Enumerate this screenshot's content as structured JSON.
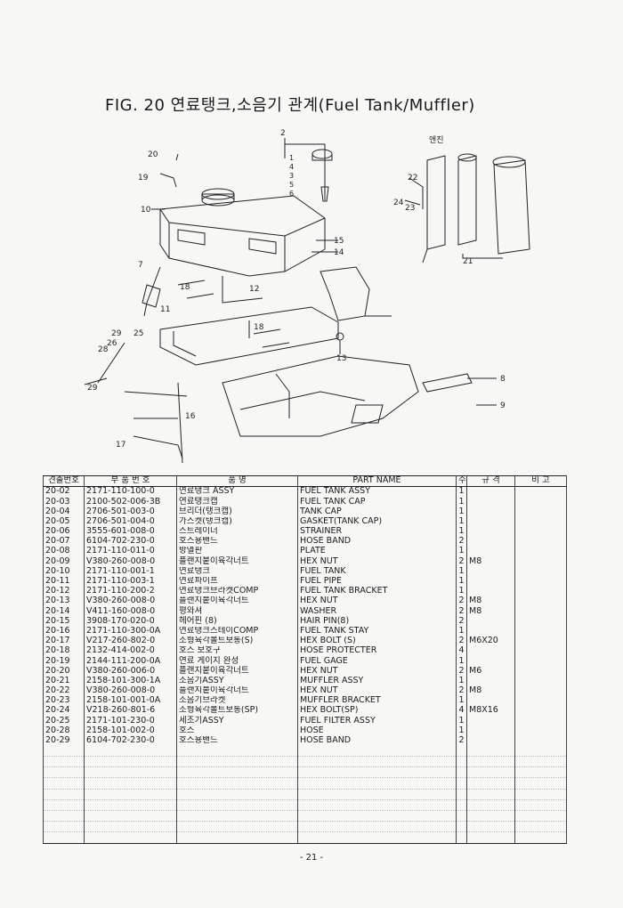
{
  "header": {
    "title": "FIG. 20 연료탱크,소음기 관계(Fuel Tank/Muffler)"
  },
  "diagram": {
    "callouts": [
      "2",
      "20",
      "19",
      "10",
      "1",
      "4",
      "3",
      "5",
      "6",
      "7",
      "11",
      "12",
      "15",
      "14",
      "18",
      "25",
      "29",
      "26",
      "28",
      "13",
      "8",
      "9",
      "16",
      "17",
      "21",
      "22",
      "23",
      "24"
    ],
    "engine_label": "엔진"
  },
  "table": {
    "columns": [
      "견출번호",
      "부 품 번 호",
      "품 명",
      "PART NAME",
      "수량",
      "규 격",
      "비 고"
    ],
    "rows": [
      {
        "ref": "20-02",
        "part_no": "2171-110-100-0",
        "name_kr": "연료탱크 ASSY",
        "name_en": "FUEL TANK ASSY",
        "qty": "1",
        "spec": "",
        "note": ""
      },
      {
        "ref": "20-03",
        "part_no": "2100-502-006-3B",
        "name_kr": "연료탱크캡",
        "name_en": "FUEL TANK CAP",
        "qty": "1",
        "spec": "",
        "note": ""
      },
      {
        "ref": "20-04",
        "part_no": "2706-501-003-0",
        "name_kr": "브리더(탱크캡)",
        "name_en": "TANK CAP",
        "qty": "1",
        "spec": "",
        "note": ""
      },
      {
        "ref": "20-05",
        "part_no": "2706-501-004-0",
        "name_kr": "가스켓(탱크캡)",
        "name_en": "GASKET(TANK CAP)",
        "qty": "1",
        "spec": "",
        "note": ""
      },
      {
        "ref": "20-06",
        "part_no": "3555-601-008-0",
        "name_kr": "스트레이너",
        "name_en": "STRAINER",
        "qty": "1",
        "spec": "",
        "note": ""
      },
      {
        "ref": "20-07",
        "part_no": "6104-702-230-0",
        "name_kr": "호스용밴드",
        "name_en": "HOSE BAND",
        "qty": "2",
        "spec": "",
        "note": ""
      },
      {
        "ref": "20-08",
        "part_no": "2171-110-011-0",
        "name_kr": "방열판",
        "name_en": "PLATE",
        "qty": "1",
        "spec": "",
        "note": ""
      },
      {
        "ref": "20-09",
        "part_no": "V380-260-008-0",
        "name_kr": "플랜지붙이육각너트",
        "name_en": "HEX NUT",
        "qty": "2",
        "spec": "M8",
        "note": ""
      },
      {
        "ref": "20-10",
        "part_no": "2171-110-001-1",
        "name_kr": "연료탱크",
        "name_en": "FUEL TANK",
        "qty": "1",
        "spec": "",
        "note": ""
      },
      {
        "ref": "20-11",
        "part_no": "2171-110-003-1",
        "name_kr": "연료파이프",
        "name_en": "FUEL PIPE",
        "qty": "1",
        "spec": "",
        "note": ""
      },
      {
        "ref": "20-12",
        "part_no": "2171-110-200-2",
        "name_kr": "연료탱크브라켓COMP",
        "name_en": "FUEL TANK BRACKET",
        "qty": "1",
        "spec": "",
        "note": ""
      },
      {
        "ref": "20-13",
        "part_no": "V380-260-008-0",
        "name_kr": "플랜지붙이육각너트",
        "name_en": "HEX NUT",
        "qty": "2",
        "spec": "M8",
        "note": ""
      },
      {
        "ref": "20-14",
        "part_no": "V411-160-008-0",
        "name_kr": "평와셔",
        "name_en": "WASHER",
        "qty": "2",
        "spec": "M8",
        "note": ""
      },
      {
        "ref": "20-15",
        "part_no": "3908-170-020-0",
        "name_kr": "헤어핀 (8)",
        "name_en": "HAIR PIN(8)",
        "qty": "2",
        "spec": "",
        "note": ""
      },
      {
        "ref": "20-16",
        "part_no": "2171-110-300-0A",
        "name_kr": "연료탱크스테이COMP",
        "name_en": "FUEL TANK STAY",
        "qty": "1",
        "spec": "",
        "note": ""
      },
      {
        "ref": "20-17",
        "part_no": "V217-260-802-0",
        "name_kr": "소형육각볼트보통(S)",
        "name_en": "HEX BOLT (S)",
        "qty": "2",
        "spec": "M6X20",
        "note": ""
      },
      {
        "ref": "20-18",
        "part_no": "2132-414-002-0",
        "name_kr": "호스 보호구",
        "name_en": "HOSE PROTECTER",
        "qty": "4",
        "spec": "",
        "note": ""
      },
      {
        "ref": "20-19",
        "part_no": "2144-111-200-0A",
        "name_kr": "연료 게이지 완성",
        "name_en": "FUEL GAGE",
        "qty": "1",
        "spec": "",
        "note": ""
      },
      {
        "ref": "20-20",
        "part_no": "V380-260-006-0",
        "name_kr": "플랜지붙이육각너트",
        "name_en": "HEX NUT",
        "qty": "2",
        "spec": "M6",
        "note": ""
      },
      {
        "ref": "20-21",
        "part_no": "2158-101-300-1A",
        "name_kr": "소음기ASSY",
        "name_en": "MUFFLER ASSY",
        "qty": "1",
        "spec": "",
        "note": ""
      },
      {
        "ref": "20-22",
        "part_no": "V380-260-008-0",
        "name_kr": "플랜지붙이육각너트",
        "name_en": "HEX NUT",
        "qty": "2",
        "spec": "M8",
        "note": ""
      },
      {
        "ref": "20-23",
        "part_no": "2158-101-001-0A",
        "name_kr": "소음기브라켓",
        "name_en": "MUFFLER BRACKET",
        "qty": "1",
        "spec": "",
        "note": ""
      },
      {
        "ref": "20-24",
        "part_no": "V218-260-801-6",
        "name_kr": "소형육각볼트보통(SP)",
        "name_en": "HEX BOLT(SP)",
        "qty": "4",
        "spec": "M8X16",
        "note": ""
      },
      {
        "ref": "20-25",
        "part_no": "2171-101-230-0",
        "name_kr": "세조기ASSY",
        "name_en": "FUEL FILTER ASSY",
        "qty": "1",
        "spec": "",
        "note": ""
      },
      {
        "ref": "20-28",
        "part_no": "2158-101-002-0",
        "name_kr": "호스",
        "name_en": "HOSE",
        "qty": "1",
        "spec": "",
        "note": ""
      },
      {
        "ref": "20-29",
        "part_no": "6104-702-230-0",
        "name_kr": "호스용밴드",
        "name_en": "HOSE BAND",
        "qty": "2",
        "spec": "",
        "note": ""
      }
    ]
  },
  "footer": {
    "page": "- 21 -"
  }
}
